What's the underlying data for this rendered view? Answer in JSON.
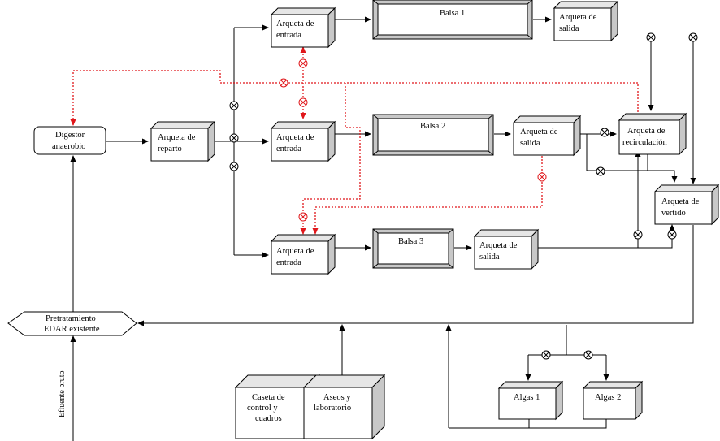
{
  "nodes": {
    "digestor": {
      "line1": "Digestor",
      "line2": "anaerobio"
    },
    "arq_reparto": {
      "line1": "Arqueta de",
      "line2": "reparto"
    },
    "arq_entrada_1": {
      "line1": "Arqueta de",
      "line2": "entrada"
    },
    "arq_entrada_2": {
      "line1": "Arqueta de",
      "line2": "entrada"
    },
    "arq_entrada_3": {
      "line1": "Arqueta de",
      "line2": "entrada"
    },
    "balsa_1": {
      "label": "Balsa 1"
    },
    "balsa_2": {
      "label": "Balsa 2"
    },
    "balsa_3": {
      "label": "Balsa 3"
    },
    "arq_salida_1": {
      "line1": "Arqueta de",
      "line2": "salida"
    },
    "arq_salida_2": {
      "line1": "Arqueta de",
      "line2": "salida"
    },
    "arq_salida_3": {
      "line1": "Arqueta de",
      "line2": "salida"
    },
    "arq_recirculacion": {
      "line1": "Arqueta de",
      "line2": "recirculación"
    },
    "arq_vertido": {
      "line1": "Arqueta de",
      "line2": "vertido"
    },
    "pretratamiento": {
      "line1": "Pretratamiento",
      "line2": "EDAR existente"
    },
    "caseta": {
      "line1": "Caseta de",
      "line2": "control y",
      "line3": "cuadros"
    },
    "aseos": {
      "line1": "Aseos y",
      "line2": "laboratorio"
    },
    "algas_1": {
      "label": "Algas 1"
    },
    "algas_2": {
      "label": "Algas 2"
    }
  },
  "labels": {
    "influent": "Efluente bruto"
  },
  "colors": {
    "line": "#000000",
    "recirculation": "#e0161a",
    "box_face": "#ffffff",
    "box_side": "#c8c8c8",
    "box_top": "#e6e6e6"
  }
}
